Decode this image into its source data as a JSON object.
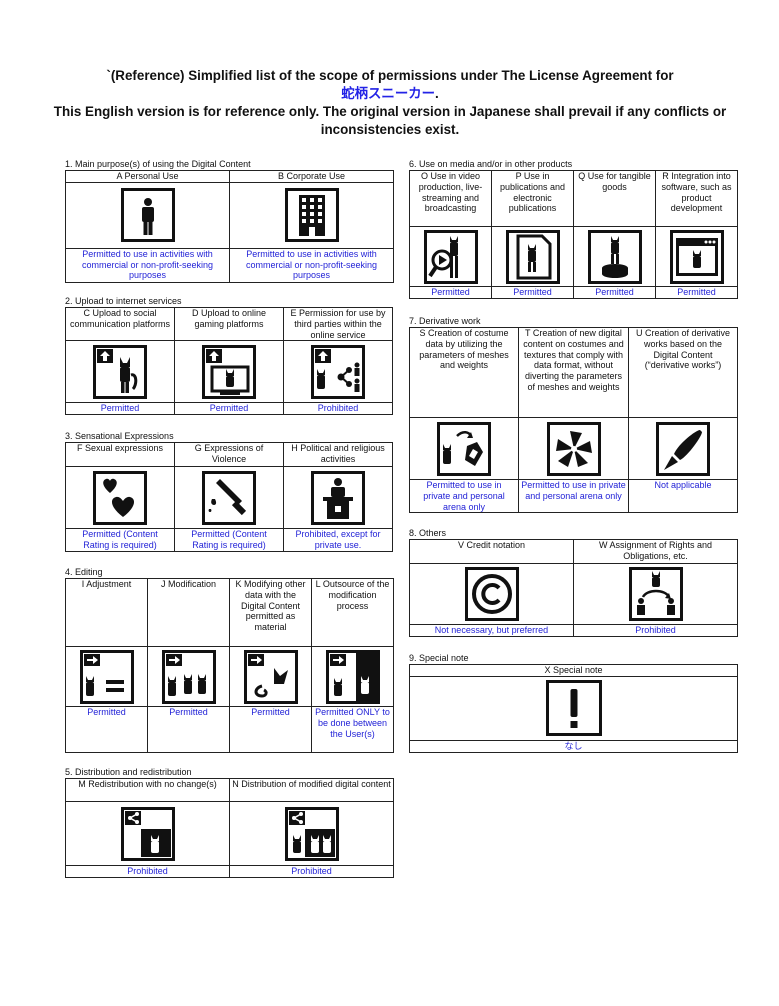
{
  "header": {
    "line1": "`(Reference) Simplified list of the scope of permissions under The License Agreement for",
    "product_name": "蛇柄スニーカー",
    "line2_rest": ".",
    "line3": "This English version is for reference only. The original version in Japanese shall prevail if any conflicts or inconsistencies exist."
  },
  "sections": {
    "main_purpose": {
      "title": "1. Main purpose(s) of using the Digital Content",
      "items": [
        {
          "label": "A Personal Use",
          "status": "Permitted to use in activities with commercial or non-profit-seeking purposes",
          "icon": "person-icon"
        },
        {
          "label": "B  Corporate Use",
          "status": "Permitted to use in activities with commercial or non-profit-seeking purposes",
          "icon": "building-icon"
        }
      ]
    },
    "upload": {
      "title": "2. Upload to internet services",
      "items": [
        {
          "label": "C Upload to social communication platforms",
          "status": "Permitted",
          "icon": "upload-social-icon"
        },
        {
          "label": "D Upload to online gaming platforms",
          "status": "Permitted",
          "icon": "upload-gaming-icon"
        },
        {
          "label": "E Permission for use by third parties within the online service",
          "status": "Prohibited",
          "icon": "share-third-party-icon"
        }
      ]
    },
    "sensational": {
      "title": "3. Sensational Expressions",
      "items": [
        {
          "label": "F Sexual expressions",
          "status": "Permitted (Content Rating is required)",
          "icon": "hearts-icon"
        },
        {
          "label": "G Expressions of Violence",
          "status": "Permitted (Content Rating is required)",
          "icon": "knife-icon"
        },
        {
          "label": "H Political and religious activities",
          "status": "Prohibited, except for private use.",
          "icon": "podium-icon"
        }
      ]
    },
    "editing": {
      "title": "4. Editing",
      "items": [
        {
          "label": "I Adjustment",
          "status": "Permitted",
          "icon": "adjust-icon"
        },
        {
          "label": "J Modification",
          "status": "Permitted",
          "icon": "modify-icon"
        },
        {
          "label": "K Modifying other data with the Digital Content permitted as material",
          "status": "Permitted",
          "icon": "modify-other-icon"
        },
        {
          "label": "L Outsource of the modification process",
          "status": "Permitted ONLY to be done between the User(s)",
          "icon": "outsource-icon"
        }
      ]
    },
    "distribution": {
      "title": "5. Distribution and redistribution",
      "items": [
        {
          "label": "M Redistribution with no change(s)",
          "status": "Prohibited",
          "icon": "redistribute-icon"
        },
        {
          "label": "N Distribution of modified digital content",
          "status": "Prohibited",
          "icon": "distribute-modified-icon"
        }
      ]
    },
    "media": {
      "title": "6. Use on media and/or in other products",
      "items": [
        {
          "label": "O Use in video production, live-streaming and broadcasting",
          "status": "Permitted",
          "icon": "video-icon"
        },
        {
          "label": "P Use in publications and electronic publications",
          "status": "Permitted",
          "icon": "publication-icon"
        },
        {
          "label": "Q Use for tangible goods",
          "status": "Permitted",
          "icon": "figure-icon"
        },
        {
          "label": "R Integration into software, such as product development",
          "status": "Permitted",
          "icon": "software-icon"
        }
      ]
    },
    "derivative": {
      "title": "7. Derivative work",
      "items": [
        {
          "label": "S Creation of costume data by utilizing the parameters of meshes and weights",
          "status": "Permitted to use in private and personal arena only",
          "icon": "costume-params-icon"
        },
        {
          "label": "T Creation of new digital content on costumes and textures that comply with data format, without diverting the parameters of meshes and weights",
          "status": "Permitted to use in private and personal arena only",
          "icon": "costume-new-icon"
        },
        {
          "label": "U Creation of derivative works based on the Digital Content (“derivative works”)",
          "status": "Not applicable",
          "icon": "pen-nib-icon"
        }
      ]
    },
    "others": {
      "title": "8. Others",
      "items": [
        {
          "label": "V Credit notation",
          "status": "Not necessary, but preferred",
          "icon": "copyright-icon"
        },
        {
          "label": "W Assignment of Rights and Obligations, etc.",
          "status": "Prohibited",
          "icon": "assignment-icon"
        }
      ]
    },
    "special": {
      "title": "9. Special note",
      "items": [
        {
          "label": "X Special note",
          "status": "なし",
          "icon": "exclamation-icon"
        }
      ]
    }
  }
}
